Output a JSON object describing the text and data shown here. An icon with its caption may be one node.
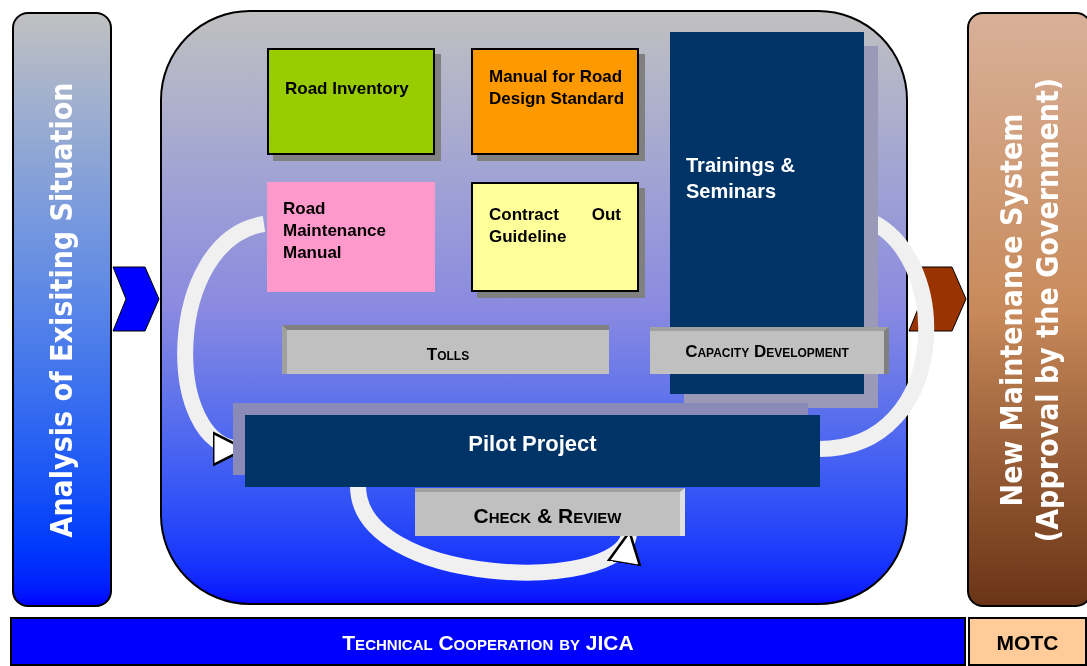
{
  "diagram": {
    "nodes": [
      {
        "text": [
          "Analysis of Exisiting Situation"
        ]
      },
      {
        "text": [],
        "shape": "box"
      },
      {
        "text": [
          "Road Inventory"
        ],
        "in": 1
      },
      {
        "text": [
          "Manual for Road Design Standard"
        ],
        "in": 1
      },
      {
        "text": [
          "Road Maintenance Manual"
        ],
        "in": 1
      },
      {
        "text": [
          "Contract Out Guideline"
        ],
        "in": 1
      },
      {
        "text": [
          "Trainings & Seminars"
        ],
        "in": 1
      },
      {
        "text": [
          "Tolls"
        ],
        "in": 1
      },
      {
        "text": [
          "Capacity Development"
        ],
        "in": 1
      },
      {
        "text": [
          "Pilot Project"
        ],
        "in": 1
      },
      {
        "text": [
          "Check & Review"
        ],
        "in": 1
      },
      {
        "text": [
          "New Maintenance System",
          "(Approval by the Government)"
        ]
      },
      {
        "text": [
          "Technical Cooperation by JICA"
        ]
      },
      {
        "text": [
          "MOTC"
        ]
      }
    ],
    "edges": [
      {
        "from": 0,
        "to": 1,
        "arrow": "to",
        "color": "#0000ff"
      },
      {
        "from": 1,
        "to": 11,
        "arrow": "to",
        "color": "#993300"
      },
      {
        "from": 4,
        "to": 9,
        "arrow": "to"
      },
      {
        "from": 6,
        "to": 9,
        "arrow": "none"
      },
      {
        "from": 9,
        "to": 10,
        "arrow": "to"
      }
    ]
  }
}
